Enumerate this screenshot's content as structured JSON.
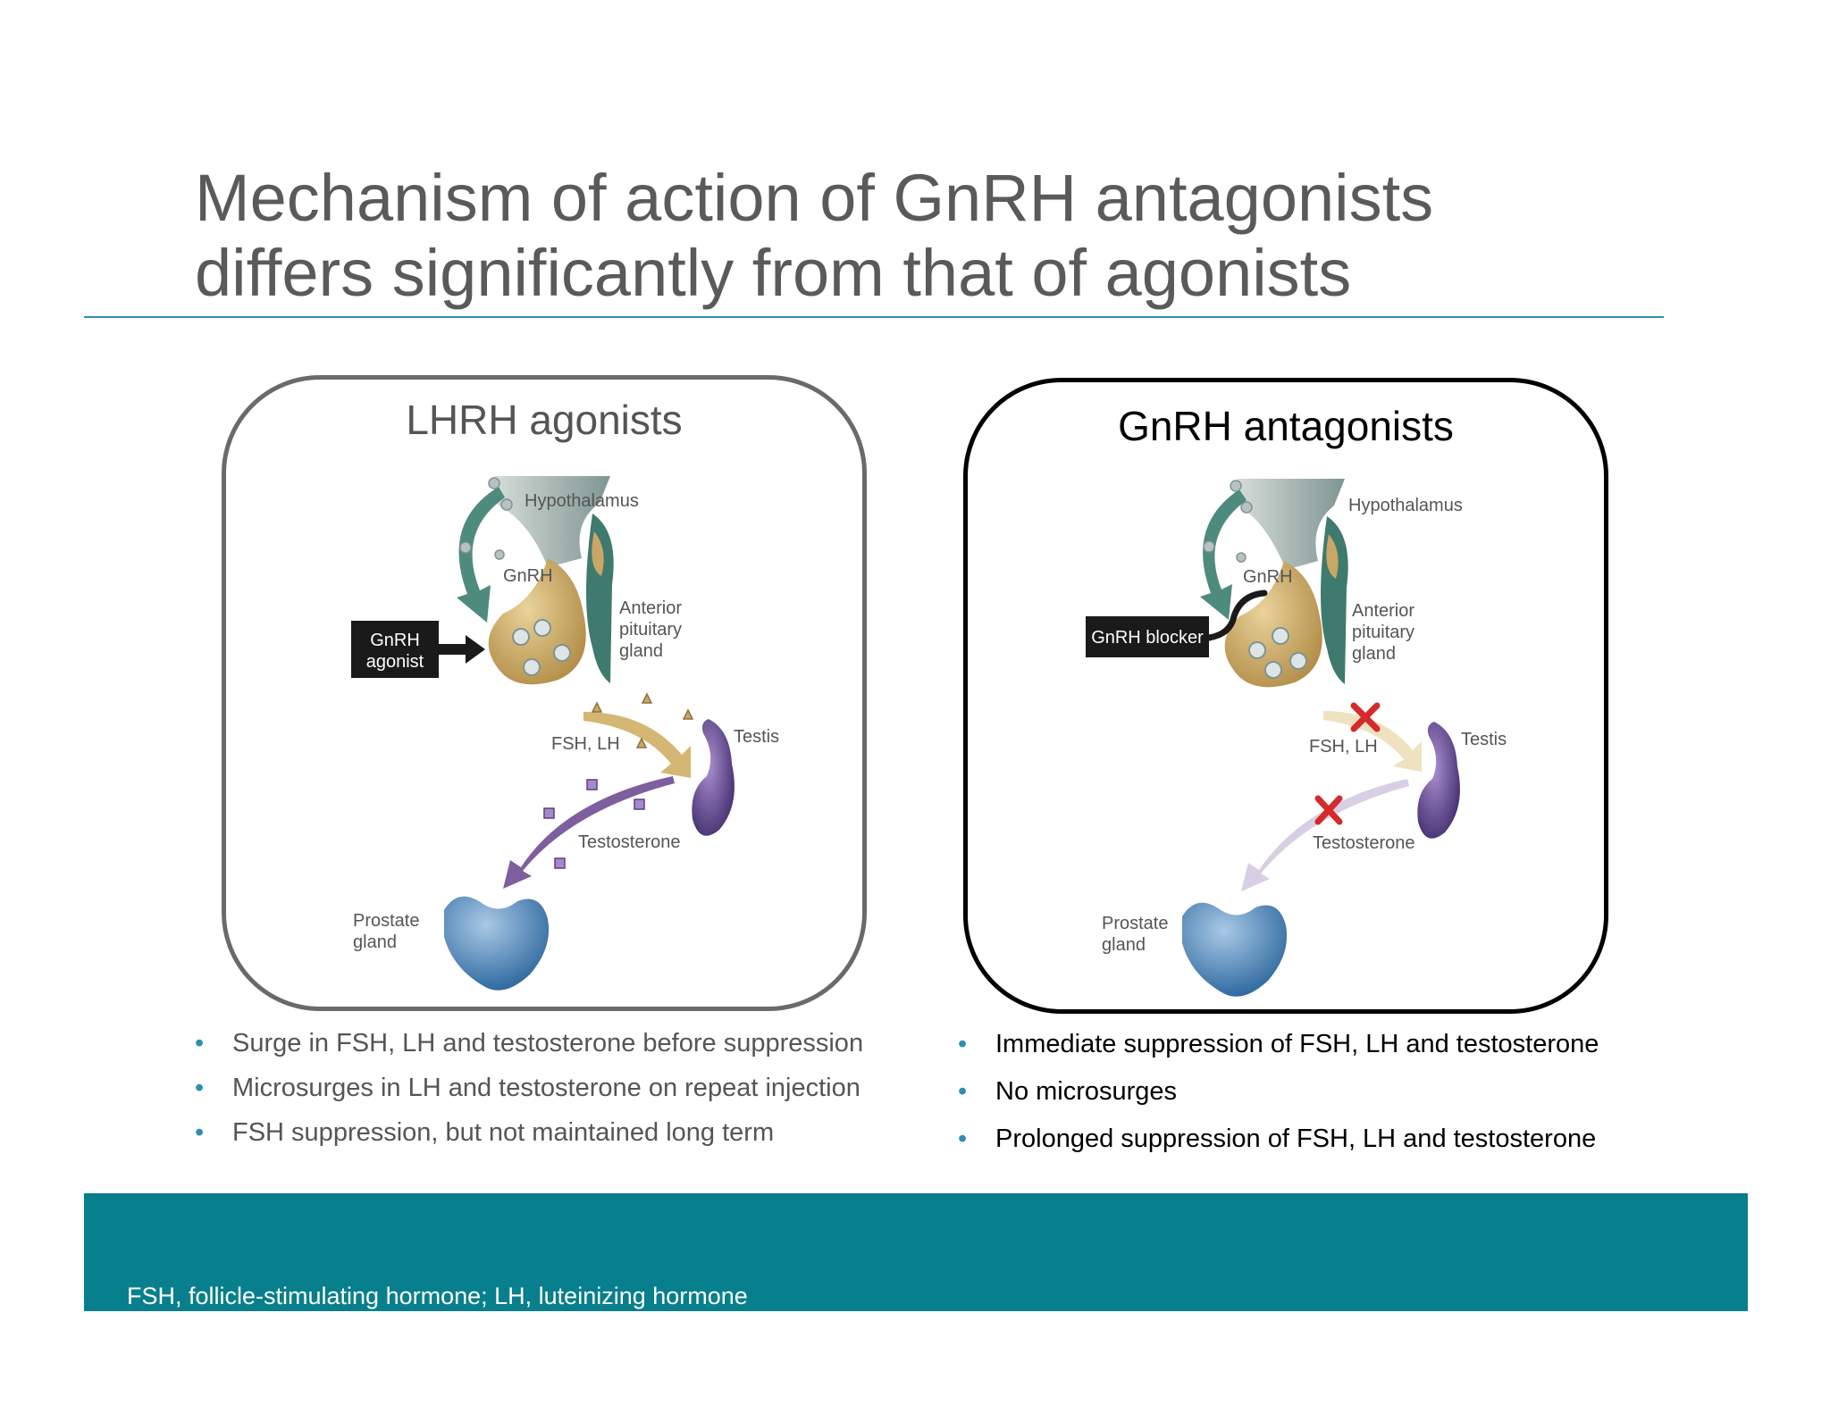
{
  "title": {
    "line1": "Mechanism of action of GnRH antagonists",
    "line2": "differs significantly from that of agonists"
  },
  "left_panel": {
    "heading": "LHRH agonists",
    "labels": {
      "hypothalamus": "Hypothalamus",
      "gnrh": "GnRH",
      "anterior_line1": "Anterior",
      "anterior_line2": "pituitary",
      "anterior_line3": "gland",
      "agonist_line1": "GnRH",
      "agonist_line2": "agonist",
      "fsh_lh": "FSH, LH",
      "testis": "Testis",
      "testosterone": "Testosterone",
      "prostate_line1": "Prostate",
      "prostate_line2": "gland"
    },
    "bullets": [
      "Surge in FSH, LH and testosterone before suppression",
      "Microsurges in LH and testosterone on repeat injection",
      "FSH suppression, but not maintained long term"
    ]
  },
  "right_panel": {
    "heading": "GnRH antagonists",
    "labels": {
      "hypothalamus": "Hypothalamus",
      "gnrh": "GnRH",
      "anterior_line1": "Anterior",
      "anterior_line2": "pituitary",
      "anterior_line3": "gland",
      "blocker": "GnRH blocker",
      "fsh_lh": "FSH, LH",
      "testis": "Testis",
      "testosterone": "Testosterone",
      "prostate_line1": "Prostate",
      "prostate_line2": "gland"
    },
    "bullets": [
      "Immediate suppression of FSH, LH and testosterone",
      "No microsurges",
      "Prolonged suppression of FSH, LH and testosterone"
    ]
  },
  "footer": {
    "footnote": "FSH, follicle-stimulating hormone; LH, luteinizing hormone",
    "color": "#087f8c"
  },
  "colors": {
    "title": "#5a5a5a",
    "rule": "#2f8fb0",
    "pituitary": "#c9a766",
    "stalk": "#3f7a6e",
    "testis": "#5a3f86",
    "prostate": "#2f6fa8",
    "block_x": "#d42a2a"
  }
}
